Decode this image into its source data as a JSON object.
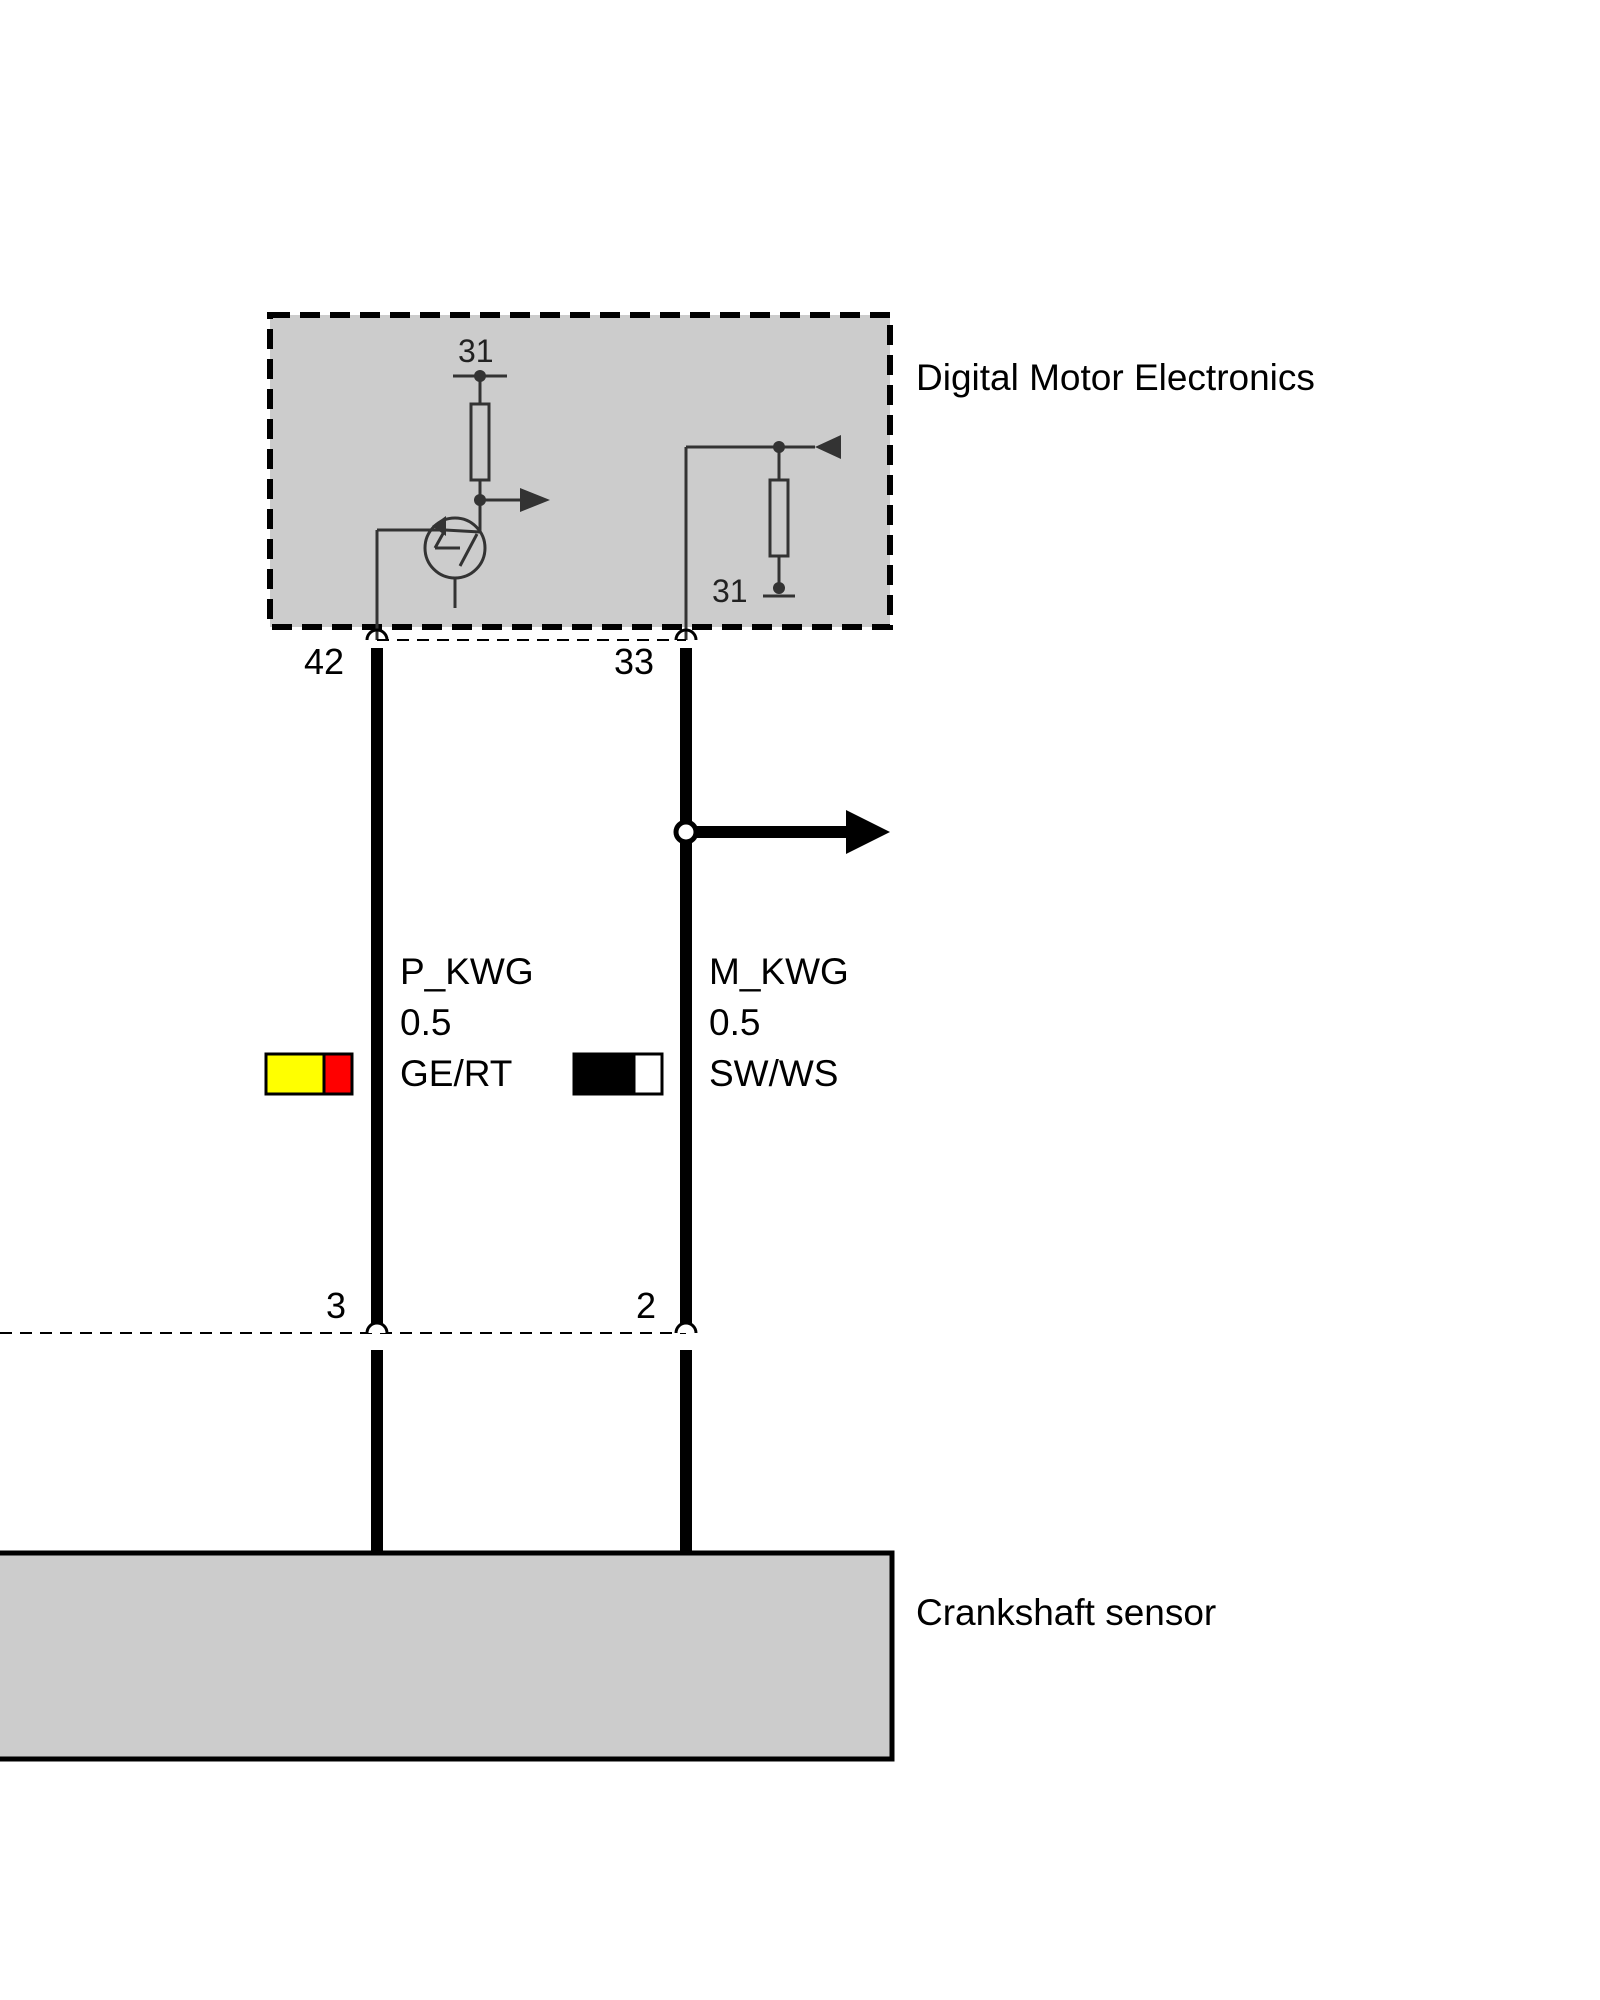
{
  "components": {
    "dme": {
      "label": "Digital Motor Electronics"
    },
    "crankshaft_sensor": {
      "label": "Crankshaft sensor"
    }
  },
  "internal": {
    "ground_top": "31",
    "ground_bottom": "31"
  },
  "pins": {
    "dme_left": "42",
    "dme_right": "33",
    "conn_left": "3",
    "conn_right": "2"
  },
  "wires": [
    {
      "signal": "P_KWG",
      "gauge": "0.5",
      "color_code": "GE/RT",
      "colors": [
        "#ffff00",
        "#ff0000"
      ]
    },
    {
      "signal": "M_KWG",
      "gauge": "0.5",
      "color_code": "SW/WS",
      "colors": [
        "#000000",
        "#ffffff"
      ]
    }
  ],
  "colors": {
    "component_fill": "#cccccc",
    "line": "#000000",
    "internal_line": "#333333"
  }
}
